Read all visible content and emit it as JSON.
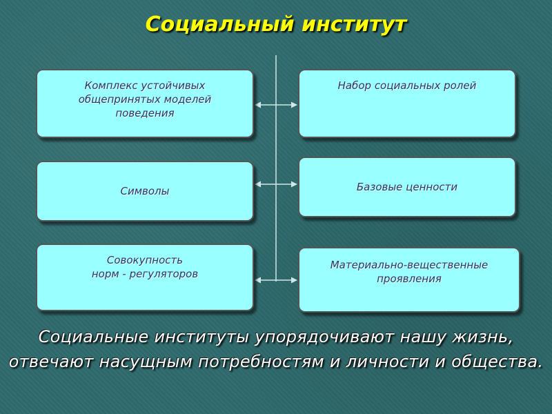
{
  "title": "Социальный институт",
  "boxes": {
    "left_1": "Комплекс устойчивых\nобщепринятых моделей\nповедения",
    "right_1": "Набор социальных ролей",
    "left_2": "Символы",
    "right_2": "Базовые ценности",
    "left_3": "Совокупность\nнорм - регуляторов",
    "right_3": "Материально-вещественные\nпроявления"
  },
  "footer": "Социальные институты упорядочивают нашу жизнь, отвечают насущным потребностям и личности и общества.",
  "colors": {
    "background": "#2f6b6d",
    "title": "#ffff00",
    "box_fill": "#99ffff",
    "box_text": "#333366",
    "footer_text": "#ffffff"
  }
}
